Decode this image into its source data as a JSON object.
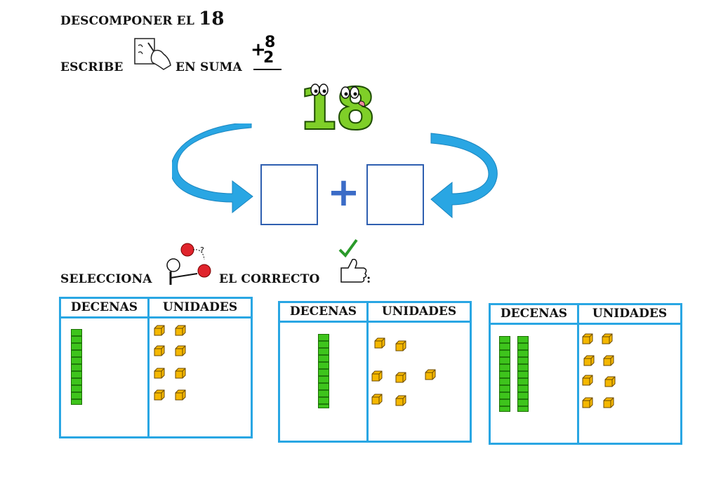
{
  "title": {
    "prefix": "DESCOMPONER EL",
    "number": "18"
  },
  "instruction1": {
    "before": "ESCRIBE",
    "after": "EN SUMA",
    "example": {
      "top": "8",
      "sign": "+",
      "bottom": "2"
    }
  },
  "main_number": "18",
  "operator": "+",
  "instruction2": {
    "before": "SELECCIONA",
    "after": "EL CORRECTO",
    "end": ":"
  },
  "tables": [
    {
      "tens_header": "DECENAS",
      "units_header": "UNIDADES",
      "tens": 1,
      "units": 8
    },
    {
      "tens_header": "DECENAS",
      "units_header": "UNIDADES",
      "tens": 1,
      "units": 7
    },
    {
      "tens_header": "DECENAS",
      "units_header": "UNIDADES",
      "tens": 2,
      "units": 8
    }
  ],
  "colors": {
    "arrow": "#29a6e3",
    "table_border": "#29a6e3",
    "box_border": "#2f5fb0",
    "plus": "#3b6cc7",
    "rod": "#3ec41c",
    "cube": "#f5b800"
  }
}
